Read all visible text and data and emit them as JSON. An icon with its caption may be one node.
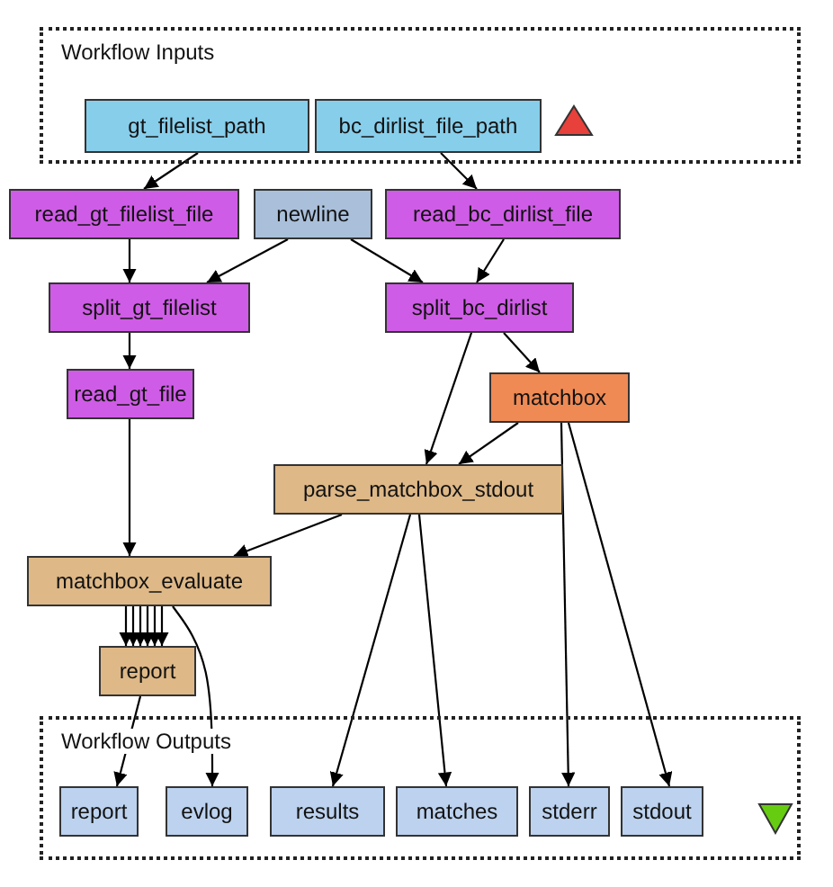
{
  "diagram": {
    "nodes": [
      {
        "text": [
          "Workflow Inputs"
        ]
      },
      {
        "text": [
          "gt_filelist_path"
        ],
        "in": 0
      },
      {
        "text": [
          "bc_dirlist_file_path"
        ],
        "in": 0
      },
      {
        "text": [],
        "shape": "triangle",
        "in": 0
      },
      {
        "text": [
          "read_gt_filelist_file"
        ]
      },
      {
        "text": [
          "newline"
        ]
      },
      {
        "text": [
          "read_bc_dirlist_file"
        ]
      },
      {
        "text": [
          "split_gt_filelist"
        ]
      },
      {
        "text": [
          "split_bc_dirlist"
        ]
      },
      {
        "text": [
          "read_gt_file"
        ]
      },
      {
        "text": [
          "matchbox"
        ]
      },
      {
        "text": [
          "parse_matchbox_stdout"
        ]
      },
      {
        "text": [
          "matchbox_evaluate"
        ]
      },
      {
        "text": [
          "report"
        ]
      },
      {
        "text": [
          "Workflow Outputs"
        ]
      },
      {
        "text": [
          "report"
        ],
        "in": 14
      },
      {
        "text": [
          "evlog"
        ],
        "in": 14
      },
      {
        "text": [
          "results"
        ],
        "in": 14
      },
      {
        "text": [
          "matches"
        ],
        "in": 14
      },
      {
        "text": [
          "stderr"
        ],
        "in": 14
      },
      {
        "text": [
          "stdout"
        ],
        "in": 14
      },
      {
        "text": [],
        "shape": "triangle",
        "in": 14
      }
    ],
    "edges": [
      {
        "from": 1,
        "to": 4,
        "arrow": "to"
      },
      {
        "from": 2,
        "to": 6,
        "arrow": "to"
      },
      {
        "from": 4,
        "to": 7,
        "arrow": "to"
      },
      {
        "from": 5,
        "to": 7,
        "arrow": "to"
      },
      {
        "from": 5,
        "to": 8,
        "arrow": "to"
      },
      {
        "from": 6,
        "to": 8,
        "arrow": "to"
      },
      {
        "from": 7,
        "to": 9,
        "arrow": "to"
      },
      {
        "from": 8,
        "to": 10,
        "arrow": "to"
      },
      {
        "from": 8,
        "to": 11,
        "arrow": "to"
      },
      {
        "from": 10,
        "to": 11,
        "arrow": "to"
      },
      {
        "from": 9,
        "to": 12,
        "arrow": "to"
      },
      {
        "from": 11,
        "to": 12,
        "arrow": "to"
      },
      {
        "from": 12,
        "to": 13,
        "arrow": "to"
      },
      {
        "from": 12,
        "to": 13,
        "arrow": "to"
      },
      {
        "from": 12,
        "to": 13,
        "arrow": "to"
      },
      {
        "from": 12,
        "to": 13,
        "arrow": "to"
      },
      {
        "from": 12,
        "to": 13,
        "arrow": "to"
      },
      {
        "from": 12,
        "to": 13,
        "arrow": "to"
      },
      {
        "from": 12,
        "to": 16,
        "arrow": "to"
      },
      {
        "from": 13,
        "to": 15,
        "arrow": "to"
      },
      {
        "from": 11,
        "to": 17,
        "arrow": "to"
      },
      {
        "from": 11,
        "to": 18,
        "arrow": "to"
      },
      {
        "from": 10,
        "to": 19,
        "arrow": "to"
      },
      {
        "from": 10,
        "to": 20,
        "arrow": "to"
      }
    ]
  }
}
